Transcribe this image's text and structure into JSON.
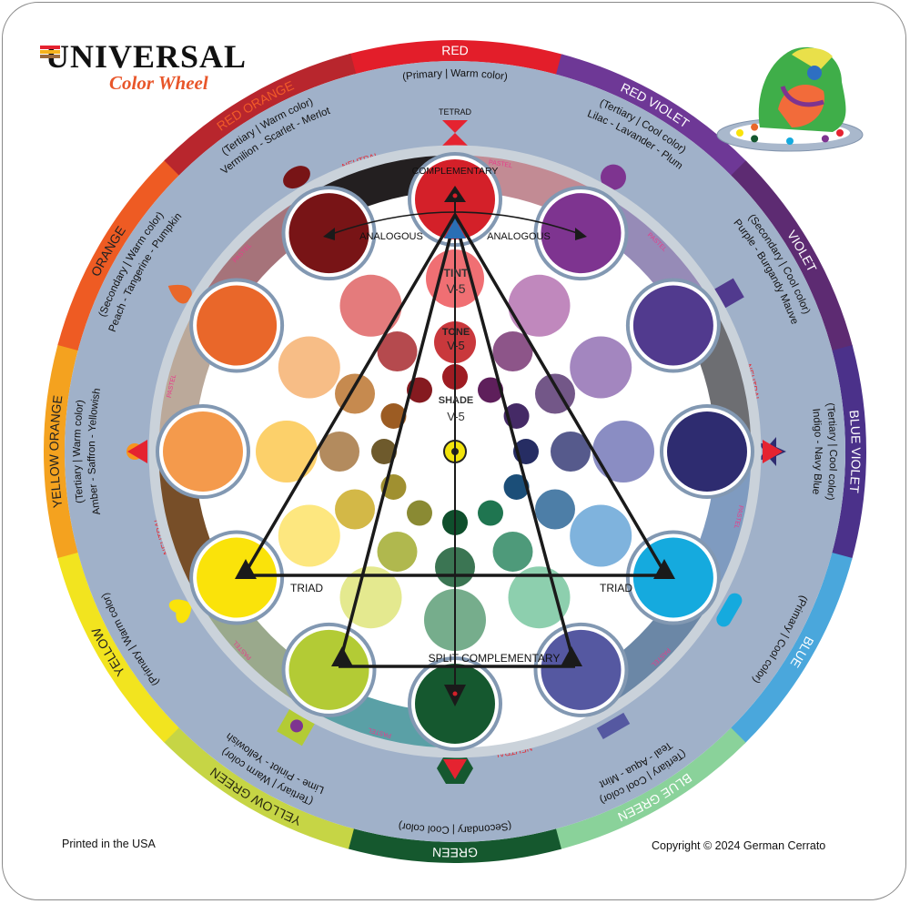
{
  "logo": {
    "title": "UNIVERSAL",
    "subtitle": "Color Wheel"
  },
  "footer": {
    "left": "Printed in the USA",
    "right": "Copyright © 2024 German Cerrato"
  },
  "colors": {
    "disc": "#a0b1c9",
    "inner_ring": "#cad2da",
    "circle_shadow": "#8298b2",
    "line": "#1a1a1a"
  },
  "hues": [
    {
      "name": "RED",
      "line1": "(Primary | Warm color)",
      "line2": "",
      "pure": "#d42029",
      "tint": "#f06f73",
      "tone": "#c9383c",
      "shade": "#9e1c22",
      "ring": "#e31e2a",
      "label": "#ffffff",
      "wedge": "#c28b94",
      "marker": "tetrad-hourglass",
      "marker_color": "#e52330"
    },
    {
      "name": "RED VIOLET",
      "line1": "(Tertiary | Cool color)",
      "line2": "Lilac - Lavander - Plum",
      "pure": "#7e3490",
      "tint": "#c088bd",
      "tone": "#8d5589",
      "shade": "#5e1f5b",
      "ring": "#6e3896",
      "label": "#ffffff",
      "wedge": "#968bb7",
      "marker": "circle",
      "marker_color": "#7e3490"
    },
    {
      "name": "VIOLET",
      "line1": "(Secondary | Cool color)",
      "line2": "Purple - Burgandy Mauve",
      "pure": "#513a8e",
      "tint": "#a386bf",
      "tone": "#735788",
      "shade": "#452a66",
      "ring": "#5d2b72",
      "label": "#ffffff",
      "wedge": "#6d6e72",
      "marker": "square",
      "marker_color": "#513a8e"
    },
    {
      "name": "BLUE VIOLET",
      "line1": "(Tertiary | Cool color)",
      "line2": "Indigo - Navy Blue",
      "pure": "#2e2c70",
      "tint": "#8a8dc3",
      "tone": "#565a8c",
      "shade": "#262d63",
      "ring": "#4b318a",
      "label": "#ffffff",
      "wedge": "#7f9bc0",
      "marker": "star-tetrad",
      "marker_color": "#2e2c70"
    },
    {
      "name": "BLUE",
      "line1": "(Primary | Cool color)",
      "line2": "",
      "pure": "#15aade",
      "tint": "#7fb3dd",
      "tone": "#4d7ea7",
      "shade": "#1b4e78",
      "ring": "#4aa7dc",
      "label": "#ffffff",
      "wedge": "#6b87a6",
      "marker": "rounded-bar",
      "marker_color": "#15aade"
    },
    {
      "name": "BLUE GREEN",
      "line1": "(Tertiary | Cool color)",
      "line2": "Teal - Aqua - Mint",
      "pure": "#5558a1",
      "tint": "#8dcfae",
      "tone": "#4e9a7a",
      "shade": "#1f7550",
      "ring": "#8ad29a",
      "label": "#ffffff",
      "wedge": "#ffffff",
      "marker": "bar",
      "marker_color": "#5558a1"
    },
    {
      "name": "GREEN",
      "line1": "(Secondary | Cool color)",
      "line2": "",
      "pure": "#15582f",
      "tint": "#76ad8c",
      "tone": "#3b7553",
      "shade": "#0f4f2c",
      "ring": "#15582e",
      "label": "#ffffff",
      "wedge": "#5aa0a6",
      "marker": "hexagon-tetrad",
      "marker_color": "#15582f"
    },
    {
      "name": "YELLOW GREEN",
      "line1": "(Tertiary | Warm color)",
      "line2": "Lime - Pinlot - Yellowish",
      "pure": "#b3cb35",
      "tint": "#e4e98f",
      "tone": "#b0b84e",
      "shade": "#8a8a33",
      "ring": "#c6d545",
      "label": "#2a2a10",
      "wedge": "#9aa98c",
      "marker": "square-dot",
      "marker_color": "#b3cb35"
    },
    {
      "name": "YELLOW",
      "line1": "(Primary | Warm color)",
      "line2": "",
      "pure": "#fae30a",
      "tint": "#fde77f",
      "tone": "#d3b847",
      "shade": "#a09030",
      "ring": "#f2e41f",
      "label": "#222222",
      "wedge": "#774e28",
      "marker": "heart",
      "marker_color": "#fae30a"
    },
    {
      "name": "YELLOW ORANGE",
      "line1": "(Tertiary | Warm color)",
      "line2": "Amber - Saffron - Yellowish",
      "pure": "#f49a4c",
      "tint": "#fcd06a",
      "tone": "#b38b5e",
      "shade": "#6e5a2c",
      "ring": "#f4a21f",
      "label": "#222222",
      "wedge": "#bba99a",
      "marker": "drop-tetrad",
      "marker_color": "#f7941d"
    },
    {
      "name": "ORANGE",
      "line1": "(Secondary | Warm color)",
      "line2": "Peach - Tangerine - Pumpkin",
      "pure": "#e9672a",
      "tint": "#f7bd86",
      "tone": "#c68a4f",
      "shade": "#9c5c23",
      "ring": "#ee5b23",
      "label": "#222222",
      "wedge": "#a6737a",
      "marker": "drop",
      "marker_color": "#e9672a"
    },
    {
      "name": "RED ORANGE",
      "line1": "(Tertiary | Warm color)",
      "line2": "Vermilion - Scarlet - Merlot",
      "pure": "#781416",
      "tint": "#e47b7c",
      "tone": "#b54a4e",
      "shade": "#851a20",
      "ring": "#b8262d",
      "label": "#f15a29",
      "wedge": "#231f20",
      "marker": "ellipse",
      "marker_color": "#781416"
    }
  ],
  "diagram": {
    "complementary": "COMPLEMENTARY",
    "split_complementary": "SPLIT COMPLEMENTARY",
    "analogous": "ANALOGOUS",
    "triad": "TRIAD",
    "tetrad": "TETRAD",
    "tint": "TINT",
    "tone": "TONE",
    "shade": "SHADE",
    "value": "V-5",
    "neutral": "NEUTRAL",
    "pastel": "PASTEL"
  }
}
